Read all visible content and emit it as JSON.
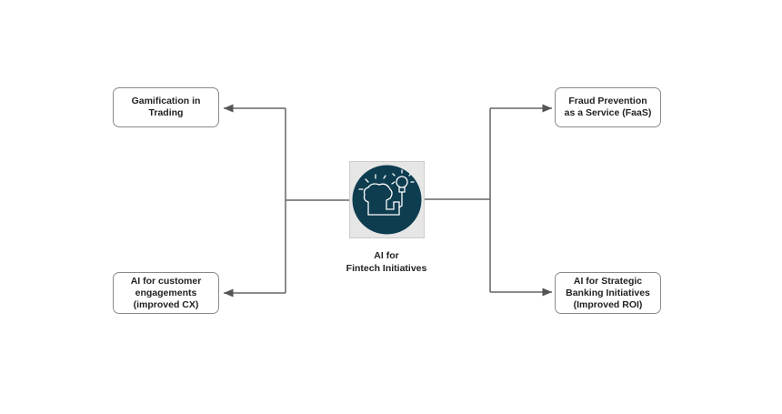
{
  "center": {
    "line1": "AI for",
    "line2": "Fintech Initiatives",
    "icon": "ai-brain-lightbulb-icon",
    "icon_color": "#0e3d50"
  },
  "nodes": [
    {
      "label": "Gamification  in\nTrading"
    },
    {
      "label": "AI for customer\nengagements\n(improved CX)"
    },
    {
      "label": "Fraud Prevention\nas a Service (FaaS)"
    },
    {
      "label": "AI for Strategic\nBanking Initiatives\n(Improved ROI)"
    }
  ]
}
